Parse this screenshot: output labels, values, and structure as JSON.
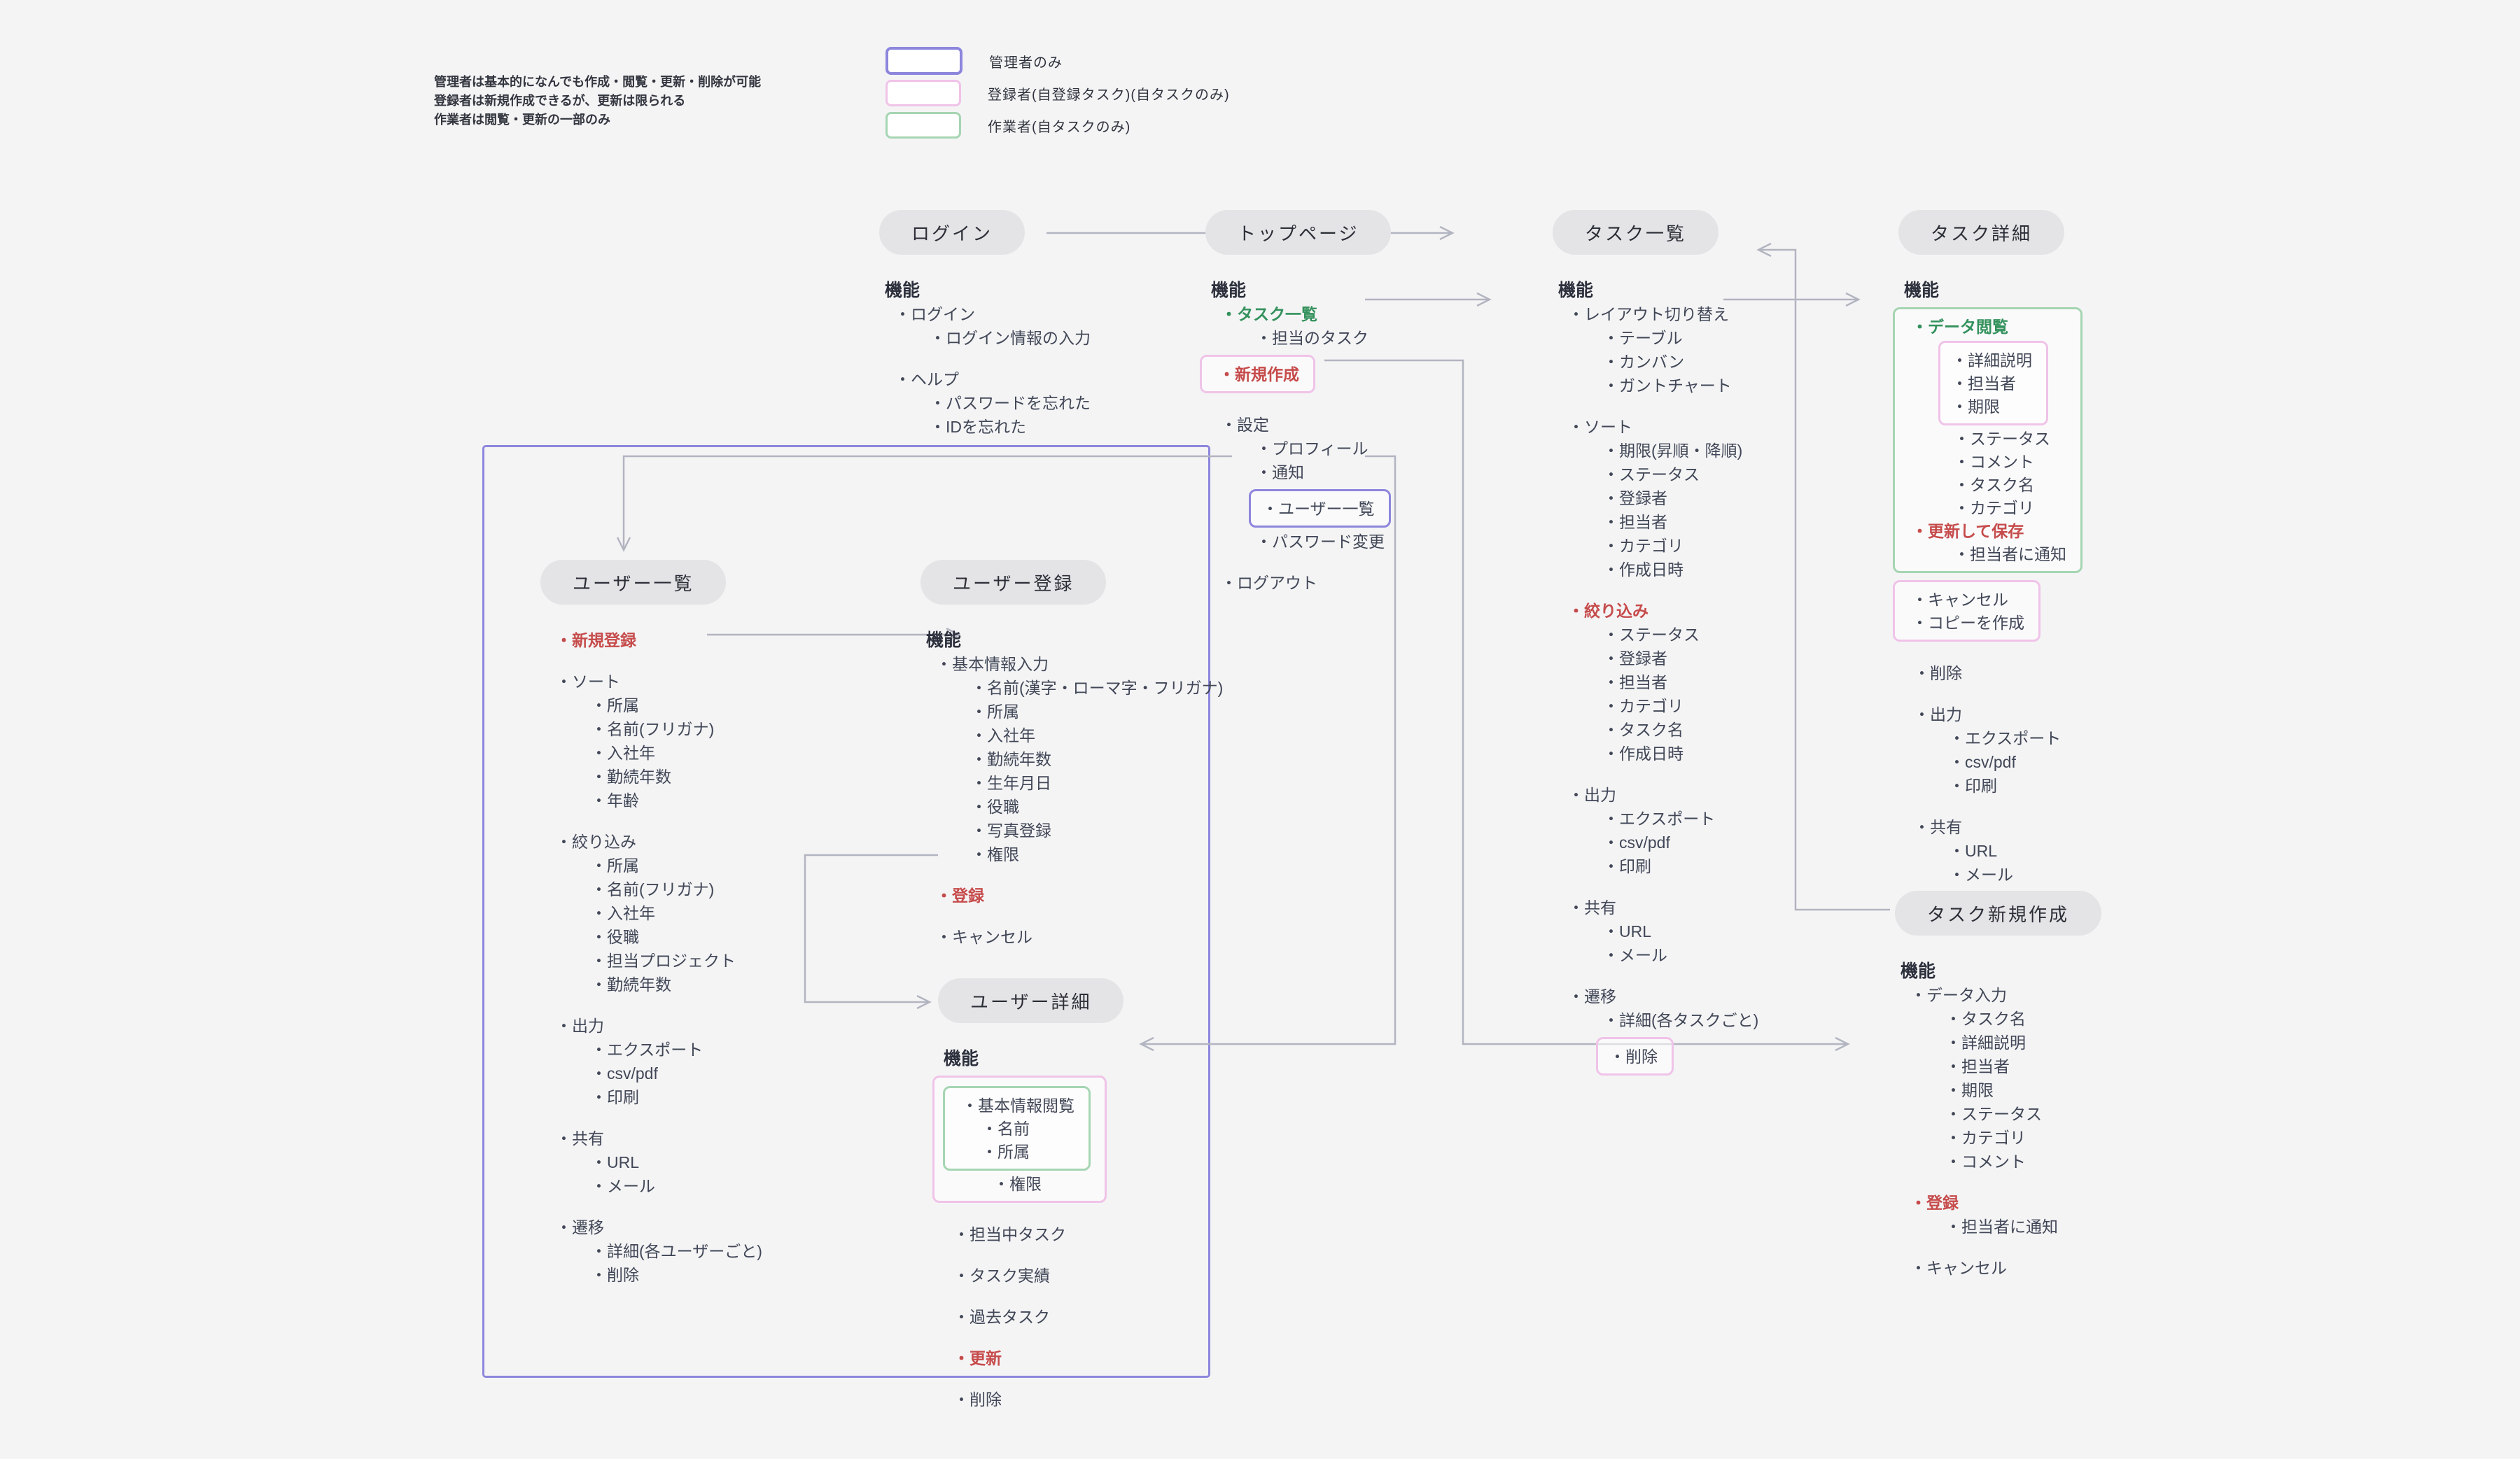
{
  "note": {
    "lines": [
      "管理者は基本的になんでも作成・閲覧・更新・削除が可能",
      "登録者は新規作成できるが、更新は限られる",
      "作業者は閲覧・更新の一部のみ"
    ]
  },
  "legend": {
    "items": [
      {
        "label": "管理者のみ",
        "color": "purple"
      },
      {
        "label": "登録者(自登録タスク)(自タスクのみ)",
        "color": "pink"
      },
      {
        "label": "作業者(自タスクのみ)",
        "color": "green"
      }
    ]
  },
  "colors": {
    "admin_purple": "#8d86dc",
    "registrant_pink": "#f0c3e8",
    "worker_green": "#a6d5b2",
    "accent_red": "#c64b4b",
    "accent_green": "#33915c",
    "wire_gray": "#b2b5c0"
  },
  "columns": {
    "login": {
      "node": "ログイン",
      "blocks": [
        {
          "items": [
            {
              "t": "機能",
              "lv": 0
            },
            {
              "t": "ログイン",
              "lv": 1
            },
            {
              "t": "ログイン情報の入力",
              "lv": 2
            },
            {
              "t": "ヘルプ",
              "lv": 1,
              "s": 1
            },
            {
              "t": "パスワードを忘れた",
              "lv": 2
            },
            {
              "t": "IDを忘れた",
              "lv": 2
            }
          ]
        }
      ]
    },
    "top": {
      "node": "トップページ",
      "blocks": [
        {
          "items": [
            {
              "t": "機能",
              "lv": 0
            },
            {
              "t": "タスク一覧",
              "lv": 1,
              "c": "green"
            },
            {
              "t": "担当のタスク",
              "lv": 2
            }
          ]
        },
        {
          "color": "pink",
          "lv": 0,
          "blocks": [
            {
              "items": [
                {
                  "t": "新規作成",
                  "lv": 1,
                  "c": "red"
                }
              ]
            }
          ]
        },
        {
          "items": [
            {
              "t": "設定",
              "lv": 1,
              "s": 1
            },
            {
              "t": "プロフィール",
              "lv": 2
            },
            {
              "t": "通知",
              "lv": 2
            }
          ]
        },
        {
          "color": "purple",
          "lv": 2,
          "blocks": [
            {
              "items": [
                {
                  "t": "ユーザー一覧",
                  "lv": 2
                }
              ]
            }
          ]
        },
        {
          "items": [
            {
              "t": "パスワード変更",
              "lv": 2
            },
            {
              "t": "ログアウト",
              "lv": 1,
              "s": 1
            }
          ]
        }
      ]
    },
    "task_list": {
      "node": "タスク一覧",
      "blocks": [
        {
          "items": [
            {
              "t": "機能",
              "lv": 0
            },
            {
              "t": "レイアウト切り替え",
              "lv": 1
            },
            {
              "t": "テーブル",
              "lv": 2
            },
            {
              "t": "カンバン",
              "lv": 2
            },
            {
              "t": "ガントチャート",
              "lv": 2
            },
            {
              "t": "ソート",
              "lv": 1,
              "s": 1
            },
            {
              "t": "期限(昇順・降順)",
              "lv": 2
            },
            {
              "t": "ステータス",
              "lv": 2
            },
            {
              "t": "登録者",
              "lv": 2
            },
            {
              "t": "担当者",
              "lv": 2
            },
            {
              "t": "カテゴリ",
              "lv": 2
            },
            {
              "t": "作成日時",
              "lv": 2
            },
            {
              "t": "絞り込み",
              "lv": 1,
              "c": "red",
              "s": 1
            },
            {
              "t": "ステータス",
              "lv": 2
            },
            {
              "t": "登録者",
              "lv": 2
            },
            {
              "t": "担当者",
              "lv": 2
            },
            {
              "t": "カテゴリ",
              "lv": 2
            },
            {
              "t": "タスク名",
              "lv": 2
            },
            {
              "t": "作成日時",
              "lv": 2
            },
            {
              "t": "出力",
              "lv": 1,
              "s": 1
            },
            {
              "t": "エクスポート",
              "lv": 2
            },
            {
              "t": "csv/pdf",
              "lv": 2
            },
            {
              "t": "印刷",
              "lv": 2
            },
            {
              "t": "共有",
              "lv": 1,
              "s": 1
            },
            {
              "t": "URL",
              "lv": 2
            },
            {
              "t": "メール",
              "lv": 2
            },
            {
              "t": "遷移",
              "lv": 1,
              "s": 1
            },
            {
              "t": "詳細(各タスクごと)",
              "lv": 2
            }
          ]
        },
        {
          "color": "pink",
          "lv": 2,
          "blocks": [
            {
              "items": [
                {
                  "t": "削除",
                  "lv": 2
                }
              ]
            }
          ]
        }
      ]
    },
    "task_detail": {
      "node": "タスク詳細",
      "blocks": [
        {
          "items": [
            {
              "t": "機能",
              "lv": 0
            }
          ]
        },
        {
          "color": "green",
          "lv": 0,
          "blocks": [
            {
              "items": [
                {
                  "t": "データ閲覧",
                  "lv": 1,
                  "c": "green"
                }
              ]
            },
            {
              "color": "pink",
              "lv": 2,
              "blocks": [
                {
                  "items": [
                    {
                      "t": "詳細説明",
                      "lv": 2
                    },
                    {
                      "t": "担当者",
                      "lv": 2
                    },
                    {
                      "t": "期限",
                      "lv": 2
                    }
                  ]
                }
              ]
            },
            {
              "items": [
                {
                  "t": "ステータス",
                  "lv": 2
                },
                {
                  "t": "コメント",
                  "lv": 2
                },
                {
                  "t": "タスク名",
                  "lv": 2
                },
                {
                  "t": "カテゴリ",
                  "lv": 2
                },
                {
                  "t": "更新して保存",
                  "lv": 1,
                  "c": "red",
                  "s": 1
                },
                {
                  "t": "担当者に通知",
                  "lv": 2
                }
              ]
            }
          ]
        },
        {
          "color": "pink",
          "lv": 0,
          "blocks": [
            {
              "items": [
                {
                  "t": "キャンセル",
                  "lv": 1
                },
                {
                  "t": "コピーを作成",
                  "lv": 1,
                  "s": 1
                }
              ]
            }
          ]
        },
        {
          "items": [
            {
              "t": "削除",
              "lv": 1,
              "s": 1
            },
            {
              "t": "出力",
              "lv": 1,
              "s": 1
            },
            {
              "t": "エクスポート",
              "lv": 2
            },
            {
              "t": "csv/pdf",
              "lv": 2
            },
            {
              "t": "印刷",
              "lv": 2
            },
            {
              "t": "共有",
              "lv": 1,
              "s": 1
            },
            {
              "t": "URL",
              "lv": 2
            },
            {
              "t": "メール",
              "lv": 2
            }
          ]
        }
      ]
    },
    "user_list": {
      "node": "ユーザー一覧",
      "blocks": [
        {
          "items": [
            {
              "t": "新規登録",
              "lv": 1,
              "c": "red"
            },
            {
              "t": "ソート",
              "lv": 1,
              "s": 1
            },
            {
              "t": "所属",
              "lv": 2
            },
            {
              "t": "名前(フリガナ)",
              "lv": 2
            },
            {
              "t": "入社年",
              "lv": 2
            },
            {
              "t": "勤続年数",
              "lv": 2
            },
            {
              "t": "年齢",
              "lv": 2
            },
            {
              "t": "絞り込み",
              "lv": 1,
              "s": 1
            },
            {
              "t": "所属",
              "lv": 2
            },
            {
              "t": "名前(フリガナ)",
              "lv": 2
            },
            {
              "t": "入社年",
              "lv": 2
            },
            {
              "t": "役職",
              "lv": 2
            },
            {
              "t": "担当プロジェクト",
              "lv": 2
            },
            {
              "t": "勤続年数",
              "lv": 2
            },
            {
              "t": "出力",
              "lv": 1,
              "s": 1
            },
            {
              "t": "エクスポート",
              "lv": 2
            },
            {
              "t": "csv/pdf",
              "lv": 2
            },
            {
              "t": "印刷",
              "lv": 2
            },
            {
              "t": "共有",
              "lv": 1,
              "s": 1
            },
            {
              "t": "URL",
              "lv": 2
            },
            {
              "t": "メール",
              "lv": 2
            },
            {
              "t": "遷移",
              "lv": 1,
              "s": 1
            },
            {
              "t": "詳細(各ユーザーごと)",
              "lv": 2
            },
            {
              "t": "削除",
              "lv": 2
            }
          ]
        }
      ]
    },
    "user_register": {
      "node": "ユーザー登録",
      "blocks": [
        {
          "items": [
            {
              "t": "機能",
              "lv": 0
            },
            {
              "t": "基本情報入力",
              "lv": 1
            },
            {
              "t": "名前(漢字・ローマ字・フリガナ)",
              "lv": 2
            },
            {
              "t": "所属",
              "lv": 2
            },
            {
              "t": "入社年",
              "lv": 2
            },
            {
              "t": "勤続年数",
              "lv": 2
            },
            {
              "t": "生年月日",
              "lv": 2
            },
            {
              "t": "役職",
              "lv": 2
            },
            {
              "t": "写真登録",
              "lv": 2
            },
            {
              "t": "権限",
              "lv": 2
            },
            {
              "t": "登録",
              "lv": 1,
              "c": "red",
              "s": 1
            },
            {
              "t": "キャンセル",
              "lv": 1,
              "s": 1
            }
          ]
        }
      ]
    },
    "user_detail": {
      "node": "ユーザー詳細",
      "blocks": [
        {
          "items": [
            {
              "t": "機能",
              "lv": 0
            }
          ]
        },
        {
          "color": "pink",
          "lv": 0,
          "blocks": [
            {
              "color": "green",
              "lv": 0,
              "blocks": [
                {
                  "items": [
                    {
                      "t": "基本情報閲覧",
                      "lv": 1
                    },
                    {
                      "t": "名前",
                      "lv": 2
                    },
                    {
                      "t": "所属",
                      "lv": 2
                    }
                  ]
                }
              ]
            },
            {
              "items": [
                {
                  "t": "権限",
                  "lv": 2
                }
              ]
            }
          ]
        },
        {
          "items": [
            {
              "t": "担当中タスク",
              "lv": 1,
              "s": 1
            },
            {
              "t": "タスク実績",
              "lv": 1,
              "s": 1
            },
            {
              "t": "過去タスク",
              "lv": 1,
              "s": 1
            },
            {
              "t": "更新",
              "lv": 1,
              "c": "red",
              "s": 1
            },
            {
              "t": "削除",
              "lv": 1,
              "s": 1
            }
          ]
        }
      ]
    },
    "task_create": {
      "node": "タスク新規作成",
      "blocks": [
        {
          "items": [
            {
              "t": "機能",
              "lv": 0
            },
            {
              "t": "データ入力",
              "lv": 1
            },
            {
              "t": "タスク名",
              "lv": 2
            },
            {
              "t": "詳細説明",
              "lv": 2
            },
            {
              "t": "担当者",
              "lv": 2
            },
            {
              "t": "期限",
              "lv": 2
            },
            {
              "t": "ステータス",
              "lv": 2
            },
            {
              "t": "カテゴリ",
              "lv": 2
            },
            {
              "t": "コメント",
              "lv": 2
            },
            {
              "t": "登録",
              "lv": 1,
              "c": "red",
              "s": 1
            },
            {
              "t": "担当者に通知",
              "lv": 2
            },
            {
              "t": "キャンセル",
              "lv": 1,
              "s": 1
            }
          ]
        }
      ]
    }
  }
}
